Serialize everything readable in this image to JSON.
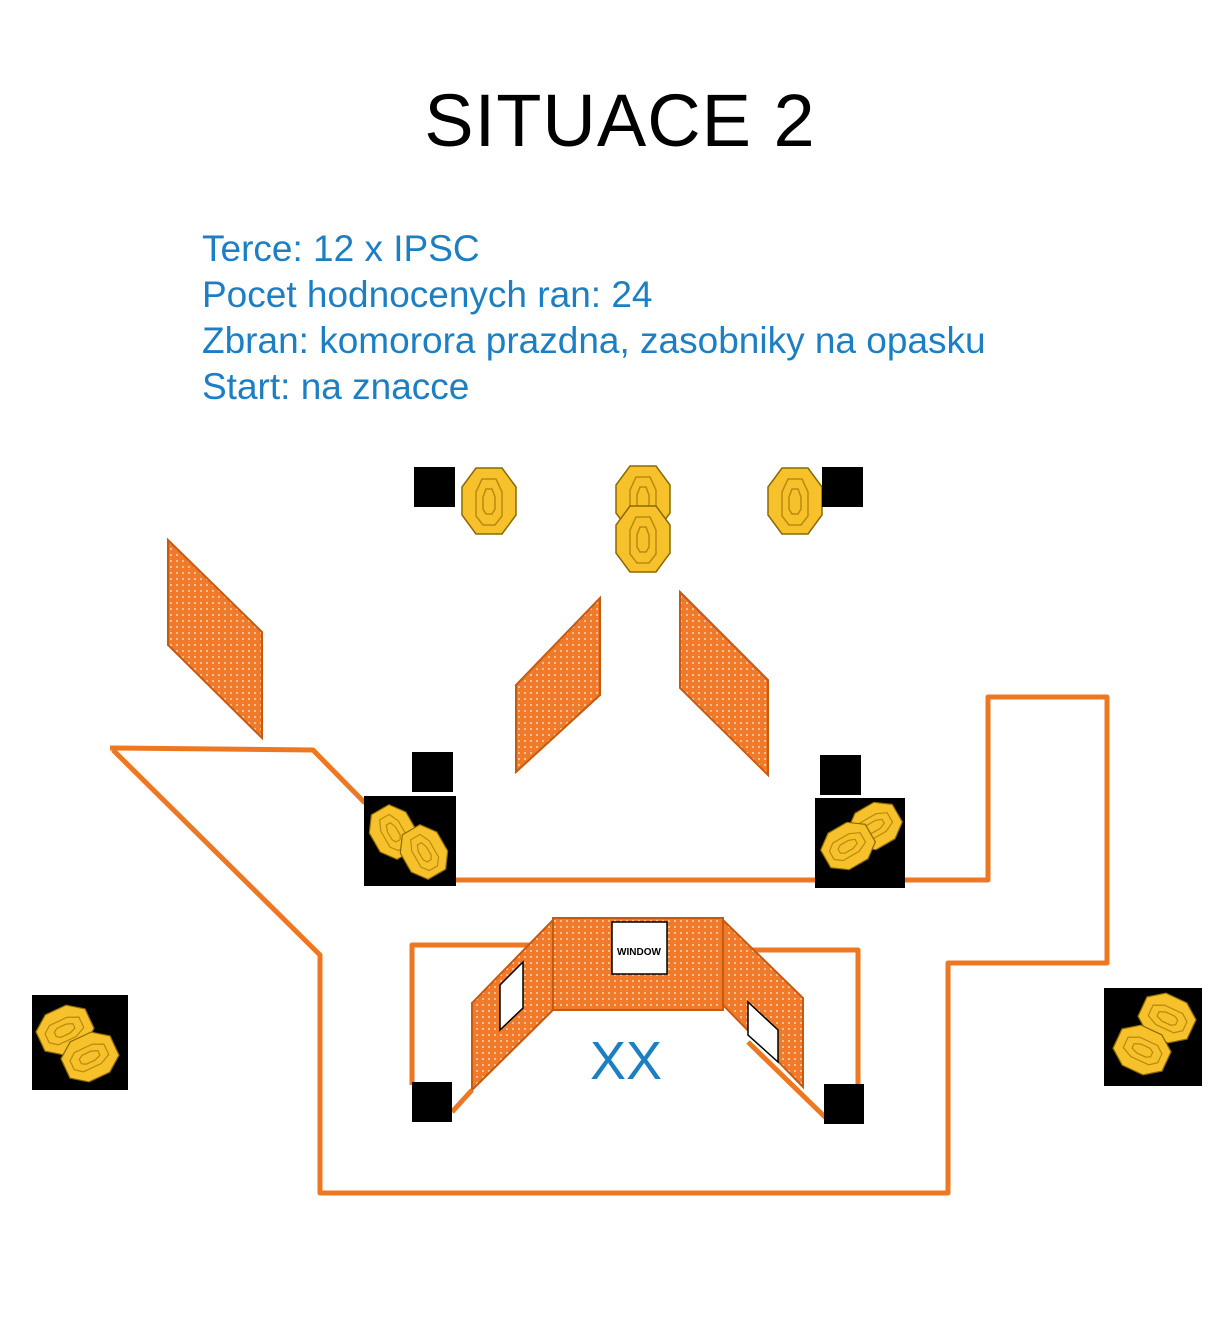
{
  "title": "SITUACE 2",
  "info": {
    "terce": "Terce: 12 x IPSC",
    "pocet": "Pocet hodnocenych ran: 24",
    "zbran": "Zbran: komorora prazdna, zasobniky na opasku",
    "start": "Start: na znacce"
  },
  "window_label": "WINDOW",
  "start_mark": "XX",
  "colors": {
    "info_text": "#1c7fc4",
    "wall": "#ee7722",
    "barrier": "#f07a2a",
    "target": "#f6c12a",
    "no_shoot": "#000000"
  }
}
